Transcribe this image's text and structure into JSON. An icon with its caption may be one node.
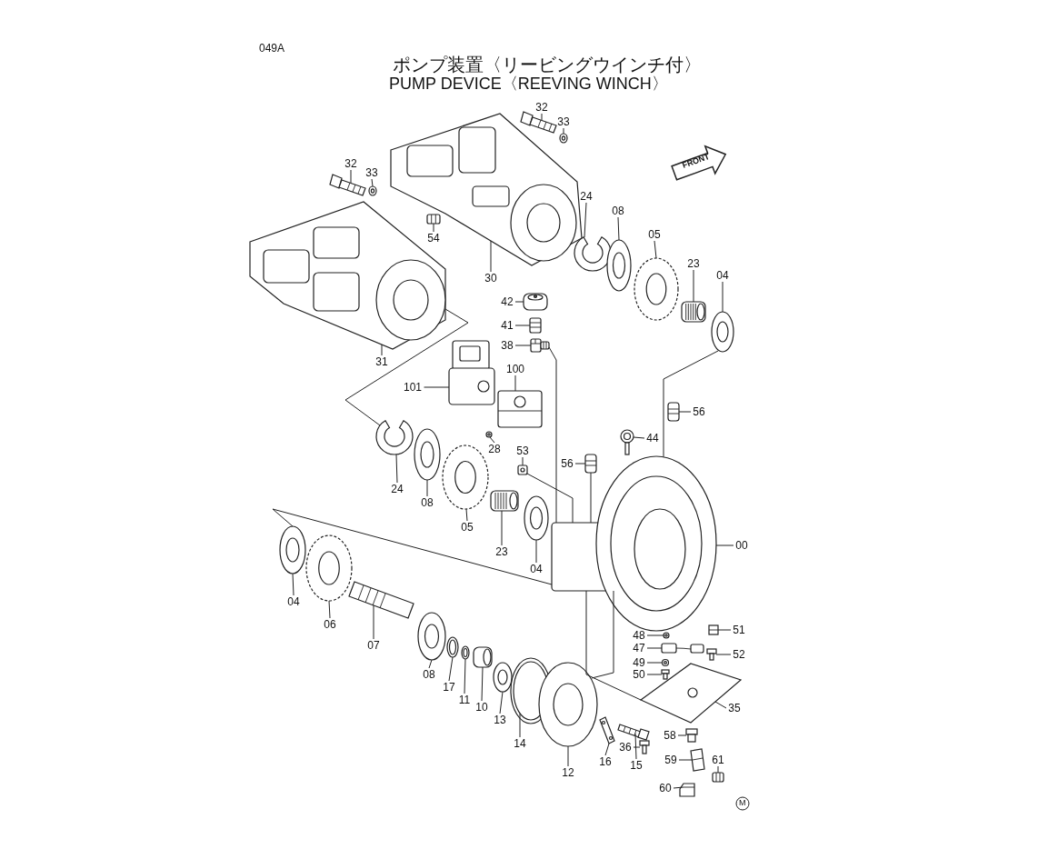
{
  "diagram": {
    "title": "ポンプ装置〈リービングウインチ付〉",
    "nodes": [
      {
        "text": [
          "32"
        ]
      },
      {
        "text": [
          "33"
        ]
      },
      {
        "text": [
          "32"
        ]
      },
      {
        "text": [
          "33"
        ]
      },
      {
        "text": [
          "24"
        ]
      },
      {
        "text": [
          "08"
        ]
      },
      {
        "text": [
          "05"
        ]
      },
      {
        "text": [
          "23"
        ]
      },
      {
        "text": [
          "04"
        ]
      },
      {
        "text": [
          "54"
        ]
      },
      {
        "text": [
          "30"
        ]
      },
      {
        "text": [
          "31"
        ]
      },
      {
        "text": [
          "42"
        ]
      },
      {
        "text": [
          "41"
        ]
      },
      {
        "text": [
          "38"
        ]
      },
      {
        "text": [
          "100"
        ]
      },
      {
        "text": [
          "101"
        ]
      },
      {
        "text": [
          "28"
        ]
      },
      {
        "text": [
          "24"
        ]
      },
      {
        "text": [
          "08"
        ]
      },
      {
        "text": [
          "05"
        ]
      },
      {
        "text": [
          "53"
        ]
      },
      {
        "text": [
          "56"
        ]
      },
      {
        "text": [
          "44"
        ]
      },
      {
        "text": [
          "56"
        ]
      },
      {
        "text": [
          "23"
        ]
      },
      {
        "text": [
          "04"
        ]
      },
      {
        "text": [
          "00"
        ]
      },
      {
        "text": [
          "04"
        ]
      },
      {
        "text": [
          "06"
        ]
      },
      {
        "text": [
          "07"
        ]
      },
      {
        "text": [
          "08"
        ]
      },
      {
        "text": [
          "17"
        ]
      },
      {
        "text": [
          "11"
        ]
      },
      {
        "text": [
          "10"
        ]
      },
      {
        "text": [
          "13"
        ]
      },
      {
        "text": [
          "14"
        ]
      },
      {
        "text": [
          "12"
        ]
      },
      {
        "text": [
          "16"
        ]
      },
      {
        "text": [
          "15"
        ]
      },
      {
        "text": [
          "48"
        ]
      },
      {
        "text": [
          "47"
        ]
      },
      {
        "text": [
          "49"
        ]
      },
      {
        "text": [
          "50"
        ]
      },
      {
        "text": [
          "51"
        ]
      },
      {
        "text": [
          "52"
        ]
      },
      {
        "text": [
          "35"
        ]
      },
      {
        "text": [
          "36"
        ]
      },
      {
        "text": [
          "58"
        ]
      },
      {
        "text": [
          "59"
        ]
      },
      {
        "text": [
          "61"
        ]
      },
      {
        "text": [
          "60"
        ]
      },
      {
        "text": [],
        "shape": "picture"
      },
      {
        "text": [],
        "shape": "picture"
      },
      {
        "text": [],
        "shape": "picture"
      },
      {
        "text": [],
        "shape": "picture"
      },
      {
        "text": [],
        "shape": "picture"
      },
      {
        "text": [],
        "shape": "picture"
      },
      {
        "text": [],
        "shape": "picture"
      },
      {
        "text": [],
        "shape": "picture"
      },
      {
        "text": [],
        "shape": "picture"
      },
      {
        "text": [],
        "shape": "picture"
      },
      {
        "text": [],
        "shape": "picture"
      },
      {
        "text": [],
        "shape": "picture"
      },
      {
        "text": [],
        "shape": "picture"
      },
      {
        "text": [],
        "shape": "picture"
      },
      {
        "text": [],
        "shape": "picture"
      },
      {
        "text": [],
        "shape": "picture"
      },
      {
        "text": [],
        "shape": "picture"
      },
      {
        "text": [],
        "shape": "picture"
      },
      {
        "text": [],
        "shape": "picture"
      },
      {
        "text": [],
        "shape": "picture"
      },
      {
        "text": [],
        "shape": "picture"
      },
      {
        "text": [],
        "shape": "picture"
      },
      {
        "text": [],
        "shape": "picture"
      },
      {
        "text": [],
        "shape": "picture"
      },
      {
        "text": [],
        "shape": "picture"
      },
      {
        "text": [],
        "shape": "picture"
      },
      {
        "text": [],
        "shape": "picture"
      },
      {
        "text": [],
        "shape": "picture"
      },
      {
        "text": [],
        "shape": "picture"
      },
      {
        "text": [],
        "shape": "picture"
      },
      {
        "text": [],
        "shape": "picture"
      },
      {
        "text": [],
        "shape": "picture"
      },
      {
        "text": [],
        "shape": "picture"
      },
      {
        "text": [],
        "shape": "picture"
      },
      {
        "text": [],
        "shape": "picture"
      },
      {
        "text": [],
        "shape": "picture"
      },
      {
        "text": [],
        "shape": "picture"
      },
      {
        "text": [],
        "shape": "picture"
      },
      {
        "text": [],
        "shape": "picture"
      },
      {
        "text": [],
        "shape": "picture"
      },
      {
        "text": [],
        "shape": "picture"
      },
      {
        "text": [],
        "shape": "picture"
      },
      {
        "text": [],
        "shape": "picture"
      },
      {
        "text": [],
        "shape": "picture"
      },
      {
        "text": [],
        "shape": "picture"
      },
      {
        "text": [],
        "shape": "picture"
      },
      {
        "text": [],
        "shape": "picture"
      },
      {
        "text": [],
        "shape": "picture"
      },
      {
        "text": [],
        "shape": "picture"
      },
      {
        "text": [],
        "shape": "picture"
      },
      {
        "text": [],
        "shape": "picture"
      },
      {
        "text": [],
        "shape": "picture"
      }
    ],
    "edges": [
      {
        "from": 0,
        "to": 52,
        "arrow": "none"
      },
      {
        "from": 1,
        "to": 53,
        "arrow": "none"
      },
      {
        "from": 2,
        "to": 54,
        "arrow": "none"
      },
      {
        "from": 3,
        "to": 55,
        "arrow": "none"
      },
      {
        "from": 4,
        "to": 56,
        "arrow": "none"
      },
      {
        "from": 5,
        "to": 57,
        "arrow": "none"
      },
      {
        "from": 6,
        "to": 58,
        "arrow": "none"
      },
      {
        "from": 7,
        "to": 59,
        "arrow": "none"
      },
      {
        "from": 8,
        "to": 60,
        "arrow": "none"
      },
      {
        "from": 9,
        "to": 61,
        "arrow": "none"
      },
      {
        "from": 10,
        "to": 62,
        "arrow": "none"
      },
      {
        "from": 11,
        "to": 63,
        "arrow": "none"
      },
      {
        "from": 12,
        "to": 64,
        "arrow": "none"
      },
      {
        "from": 13,
        "to": 65,
        "arrow": "none"
      },
      {
        "from": 14,
        "to": 66,
        "arrow": "none"
      },
      {
        "from": 15,
        "to": 67,
        "arrow": "none"
      },
      {
        "from": 16,
        "to": 68,
        "arrow": "none"
      },
      {
        "from": 17,
        "to": 69,
        "arrow": "none"
      },
      {
        "from": 18,
        "to": 70,
        "arrow": "none"
      },
      {
        "from": 19,
        "to": 71,
        "arrow": "none"
      },
      {
        "from": 20,
        "to": 72,
        "arrow": "none"
      },
      {
        "from": 21,
        "to": 73,
        "arrow": "none"
      },
      {
        "from": 22,
        "to": 74,
        "arrow": "none"
      },
      {
        "from": 23,
        "to": 75,
        "arrow": "none"
      },
      {
        "from": 24,
        "to": 76,
        "arrow": "none"
      },
      {
        "from": 25,
        "to": 77,
        "arrow": "none"
      },
      {
        "from": 26,
        "to": 78,
        "arrow": "none"
      },
      {
        "from": 27,
        "to": 79,
        "arrow": "none"
      },
      {
        "from": 28,
        "to": 80,
        "arrow": "none"
      },
      {
        "from": 29,
        "to": 81,
        "arrow": "none"
      },
      {
        "from": 30,
        "to": 82,
        "arrow": "none"
      },
      {
        "from": 31,
        "to": 83,
        "arrow": "none"
      },
      {
        "from": 32,
        "to": 84,
        "arrow": "none"
      },
      {
        "from": 33,
        "to": 85,
        "arrow": "none"
      },
      {
        "from": 34,
        "to": 86,
        "arrow": "none"
      },
      {
        "from": 35,
        "to": 87,
        "arrow": "none"
      },
      {
        "from": 36,
        "to": 88,
        "arrow": "none"
      },
      {
        "from": 37,
        "to": 89,
        "arrow": "none"
      },
      {
        "from": 38,
        "to": 90,
        "arrow": "none"
      },
      {
        "from": 39,
        "to": 91,
        "arrow": "none"
      },
      {
        "from": 40,
        "to": 92,
        "arrow": "none"
      },
      {
        "from": 41,
        "to": 93,
        "arrow": "none"
      },
      {
        "from": 42,
        "to": 94,
        "arrow": "none"
      },
      {
        "from": 43,
        "to": 95,
        "arrow": "none"
      },
      {
        "from": 44,
        "to": 96,
        "arrow": "none"
      },
      {
        "from": 45,
        "to": 97,
        "arrow": "none"
      },
      {
        "from": 46,
        "to": 98,
        "arrow": "none"
      },
      {
        "from": 47,
        "to": 99,
        "arrow": "none"
      },
      {
        "from": 48,
        "to": 100,
        "arrow": "none"
      },
      {
        "from": 49,
        "to": 101,
        "arrow": "none"
      },
      {
        "from": 50,
        "to": 102,
        "arrow": "none"
      },
      {
        "from": 51,
        "to": 103,
        "arrow": "none"
      },
      {
        "from": 63,
        "to": 70,
        "arrow": "none"
      },
      {
        "from": 66,
        "to": 79,
        "arrow": "none"
      },
      {
        "from": 60,
        "to": 79,
        "arrow": "none"
      },
      {
        "from": 73,
        "to": 79,
        "arrow": "none"
      },
      {
        "from": 76,
        "to": 79,
        "arrow": "none"
      },
      {
        "from": 80,
        "to": 79,
        "arrow": "none"
      },
      {
        "from": 79,
        "to": 89,
        "arrow": "none"
      },
      {
        "from": 79,
        "to": 98,
        "arrow": "none"
      }
    ],
    "labels": [
      "049A",
      "PUMP DEVICE〈REEVING WINCH〉",
      "FRONT",
      "M"
    ]
  }
}
